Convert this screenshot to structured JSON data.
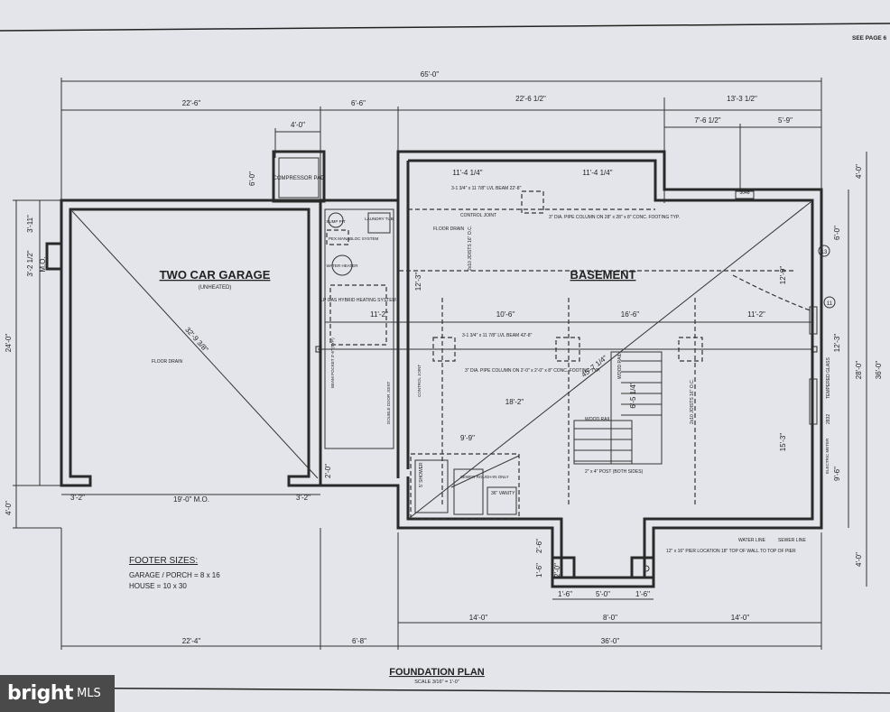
{
  "sheet": {
    "ref": "SEE PAGE 6"
  },
  "rooms": {
    "garage": "TWO CAR GARAGE",
    "garage_sub": "(UNHEATED)",
    "basement": "BASEMENT"
  },
  "notes": {
    "compressor": "COMPRESSOR PAD",
    "sump": "SUMP PIT",
    "laundry": "LAUNDRY TUB",
    "manabloc": "PEX MANABLOC SYSTEM",
    "water_heater": "WATER HEATER",
    "lp_gas": "LP GAS HYBRID HEATING SYSTEM",
    "floor_drain": "FLOOR DRAIN",
    "floor_drain_garage": "FLOOR DRAIN",
    "control_joint": "CONTROL JOINT",
    "beam_top": "3-1 3/4\" x 11 7/8\" LVL BEAM 22'-8\"",
    "column_top": "3\" DIA. PIPE COLUMN ON 28\" x 28\" x 8\" CONC. FOOTING TYP.",
    "beam_mid": "3-1 3/4\" x 11 7/8\" LVL BEAM 42'-8\"",
    "column_mid": "3\" DIA. PIPE COLUMN ON 2'-0\" x 2'-0\" x 8\" CONC. FOOTING TYP.",
    "wood_rail": "WOOD RAIL",
    "post": "2\" x 4\" POST (BOTH SIDES)",
    "shower": "5' SHOWER",
    "rough_in": "SEWER ROUGH-IN ONLY",
    "vanity": "36\" VANITY",
    "water_line": "WATER LINE",
    "sewer_line": "SEWER LINE",
    "pier": "12\" x 16\" PIER LOCATION 18\" TOP OF WALL TO TOP OF PIER",
    "electric_meter": "ELECTRIC METER",
    "tempered": "TEMPERED GLASS",
    "window_3048": "3048",
    "window_2832": "2832",
    "joists_a": "2x10 JOISTS 16\" O.C.",
    "joists_b": "2x10 JOISTS 16\" O.C.",
    "joists_c": "2x10 JOISTS 16\" O.C.",
    "beam_slope": "BEAM POCKET 3'-6\" (TYP)",
    "double_door": "DOUBLE DOOR JOIST",
    "control_joint_b": "CONTROL JOINT",
    "wood_rail_b": "WOOD RAIL",
    "circle_13": "13",
    "circle_11": "11"
  },
  "dims": {
    "overall": "65'-0\"",
    "d22_6": "22'-6\"",
    "d6_6": "6'-6\"",
    "d22_6h": "22'-6 1/2\"",
    "d13_3h": "13'-3 1/2\"",
    "d7_6h": "7'-6 1/2\"",
    "d5_9": "5'-9\"",
    "d4_0": "4'-0\"",
    "d6_0v": "6'-0\"",
    "d11_4a": "11'-4 1/4\"",
    "d11_4b": "11'-4 1/4\"",
    "d10_6": "10'-6\"",
    "d16_6": "16'-6\"",
    "d11_2": "11'-2\"",
    "d11_2b": "11'-2\"",
    "d18_2": "18'-2\"",
    "d9_9": "9'-9\"",
    "d32_9": "32'-9 3/8\"",
    "d45_7": "45'-7 1/4\"",
    "d6_5": "6'-5 1/4\"",
    "d3_2": "3'-2\"",
    "d19_0": "19'-0\" M.O.",
    "d3_2b": "3'-2\"",
    "d2_0": "2'-0\"",
    "left_3_11": "3'-11\"",
    "left_3_2": "3'-2 1/2\"",
    "left_mo": "M.O.",
    "left_24": "24'-0\"",
    "left_4_0": "4'-0\"",
    "right_4_0": "4'-0\"",
    "right_6_0": "6'-0\"",
    "right_12_3": "12'-3\"",
    "right_28": "28'-0\"",
    "right_36": "36'-0\"",
    "right_15_3": "15'-3\"",
    "right_4_0b": "4'-0\"",
    "right_9_6": "9'-6\"",
    "right_12_9": "12'-9\"",
    "mid_12_3": "12'-3\"",
    "b2_6": "2'-6\"",
    "b1_6": "1'-6\"",
    "b2_0": "2'-0\"",
    "b1_6b": "1'-6\"",
    "b5_0": "5'-0\"",
    "b1_6c": "1'-6\"",
    "b8_0": "8'-0\"",
    "b14_0": "14'-0\"",
    "b14_0b": "14'-0\"",
    "b22_4": "22'-4\"",
    "b6_8": "6'-8\"",
    "b36_0": "36'-0\""
  },
  "footer": {
    "title": "FOOTER SIZES:",
    "garage": "GARAGE / PORCH = 8 x 16",
    "house": "HOUSE = 10 x 30"
  },
  "plan_title": "FOUNDATION PLAN",
  "plan_scale": "SCALE 3/16\" = 1'-0\"",
  "watermark": {
    "brand": "bright",
    "suffix": "MLS"
  }
}
